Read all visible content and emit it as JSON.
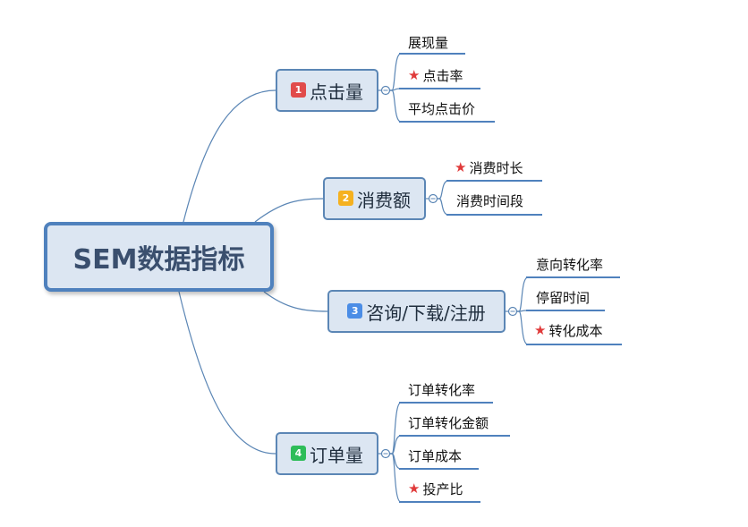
{
  "root": {
    "label": "SEM数据指标"
  },
  "branches": [
    {
      "num": "1",
      "label": "点击量",
      "badge_color": "#e14b4b",
      "leaves": [
        {
          "label": "展现量",
          "starred": false
        },
        {
          "label": "点击率",
          "starred": true
        },
        {
          "label": "平均点击价",
          "starred": false
        }
      ]
    },
    {
      "num": "2",
      "label": "消费额",
      "badge_color": "#f5b120",
      "leaves": [
        {
          "label": "消费时长",
          "starred": true
        },
        {
          "label": "消费时间段",
          "starred": false
        }
      ]
    },
    {
      "num": "3",
      "label": "咨询/下载/注册",
      "badge_color": "#4b8de6",
      "leaves": [
        {
          "label": "意向转化率",
          "starred": false
        },
        {
          "label": "停留时间",
          "starred": false
        },
        {
          "label": "转化成本",
          "starred": true
        }
      ]
    },
    {
      "num": "4",
      "label": "订单量",
      "badge_color": "#2ebd59",
      "leaves": [
        {
          "label": "订单转化率",
          "starred": false
        },
        {
          "label": "订单转化金额",
          "starred": false
        },
        {
          "label": "订单成本",
          "starred": false
        },
        {
          "label": "投产比",
          "starred": true
        }
      ]
    }
  ],
  "colors": {
    "line": "#5b86b5",
    "leaf_underline": "#4f81bd",
    "star": "#e03a3a"
  }
}
